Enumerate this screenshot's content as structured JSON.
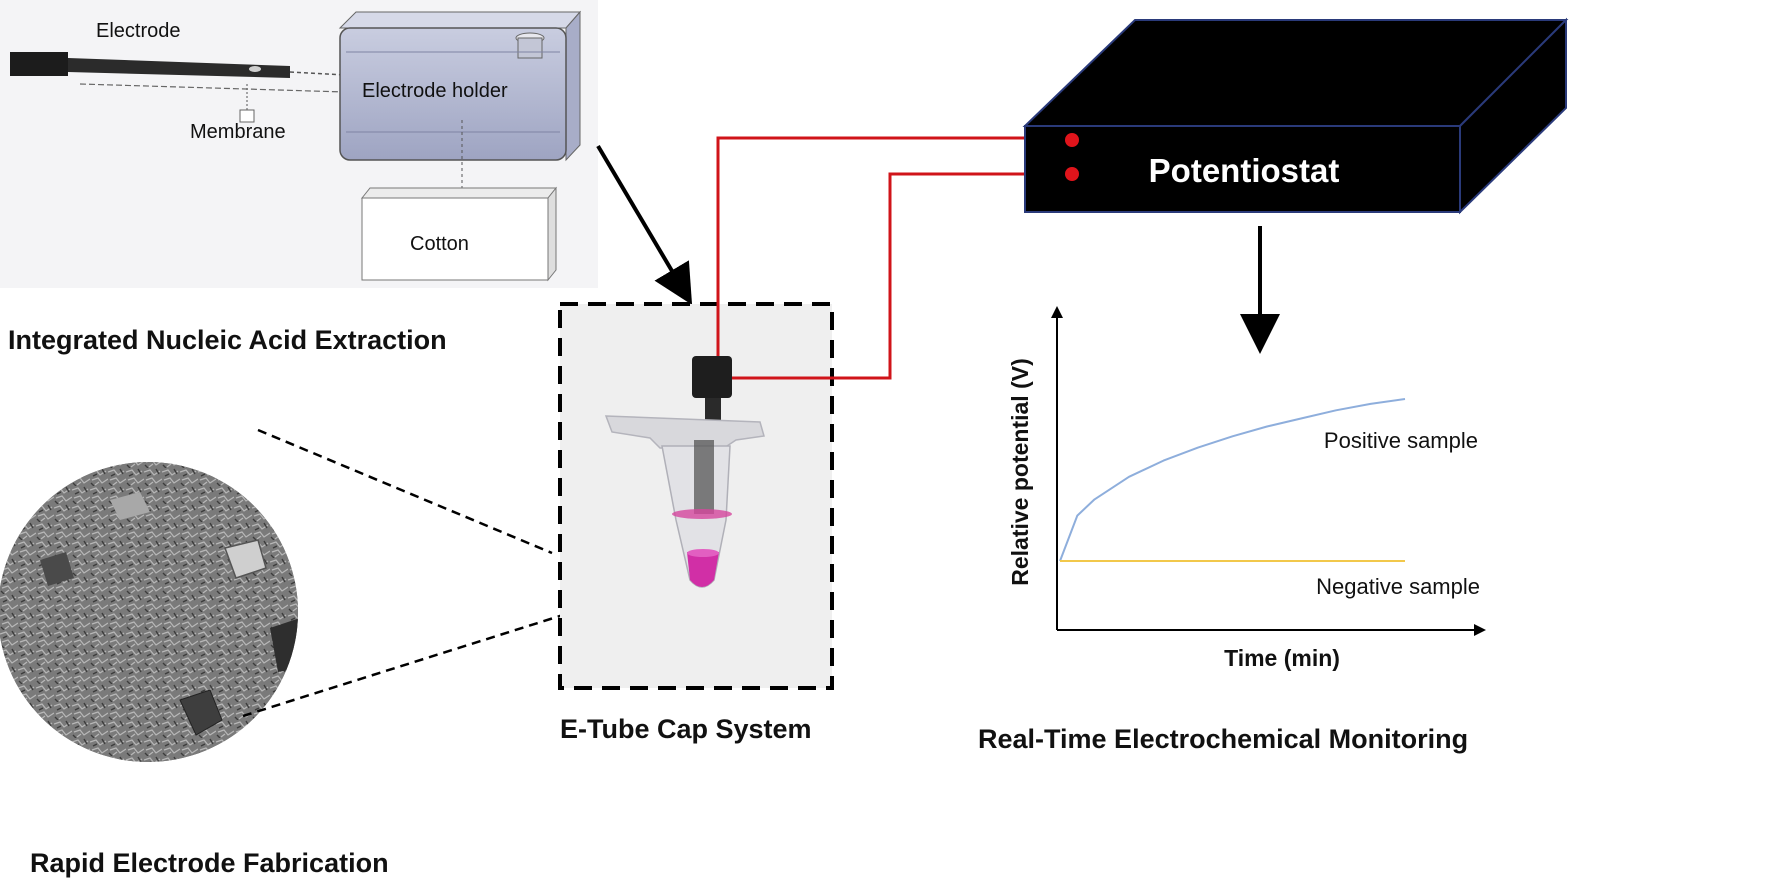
{
  "extraction": {
    "electrode_label": "Electrode",
    "holder_label": "Electrode holder",
    "membrane_label": "Membrane",
    "cotton_label": "Cotton",
    "section_title": "Integrated Nucleic Acid Extraction"
  },
  "fabrication": {
    "section_title": "Rapid Electrode Fabrication"
  },
  "etube": {
    "section_title": "E-Tube Cap System"
  },
  "potentiostat": {
    "label": "Potentiostat"
  },
  "monitoring": {
    "section_title": "Real-Time Electrochemical Monitoring"
  },
  "colors": {
    "wire": "#d0141a",
    "positive_curve": "#8eaedc",
    "negative_curve": "#f2c84b",
    "sample_liquid": "#d12fa6",
    "potentiostat_body": "#000000",
    "potentiostat_edge": "#2a3a7a"
  },
  "chart_data": {
    "type": "line",
    "xlabel": "Time (min)",
    "ylabel": "Relative potential (V)",
    "x": [
      0,
      0.05,
      0.1,
      0.2,
      0.3,
      0.4,
      0.5,
      0.6,
      0.7,
      0.8,
      0.9,
      1.0
    ],
    "series": [
      {
        "name": "Positive sample",
        "values": [
          0,
          0.28,
          0.38,
          0.52,
          0.62,
          0.7,
          0.77,
          0.83,
          0.88,
          0.93,
          0.97,
          1.0
        ]
      },
      {
        "name": "Negative sample",
        "values": [
          0,
          0,
          0,
          0,
          0,
          0,
          0,
          0,
          0,
          0,
          0,
          0
        ]
      }
    ],
    "grid": false,
    "legend": "inline labels"
  }
}
